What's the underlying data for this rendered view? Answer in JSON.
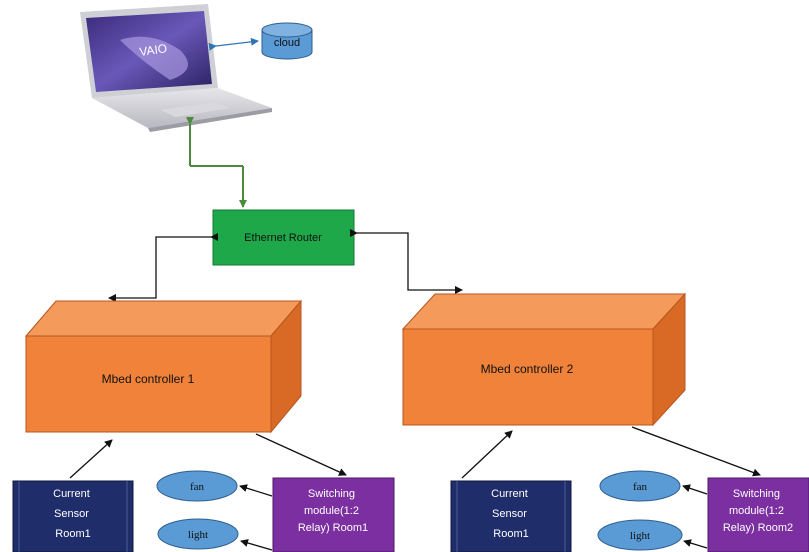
{
  "cloud": {
    "label": "cloud"
  },
  "laptop": {
    "brand": "VAIO"
  },
  "router": {
    "label": "Ethernet Router"
  },
  "controllers": [
    {
      "label": "Mbed controller 1"
    },
    {
      "label": "Mbed controller 2"
    }
  ],
  "groups": [
    {
      "sensor": [
        "Current",
        "Sensor",
        "Room1"
      ],
      "fan": "fan",
      "light": "light",
      "switching": [
        "Switching",
        "module(1:2",
        "Relay) Room1"
      ]
    },
    {
      "sensor": [
        "Current",
        "Sensor",
        "Room1"
      ],
      "fan": "fan",
      "light": "light",
      "switching": [
        "Switching",
        "module(1:2",
        "Relay) Room2"
      ]
    }
  ],
  "colors": {
    "router_fill": "#1fa84a",
    "controller_front": "#f0823a",
    "controller_top": "#f49a5a",
    "controller_side": "#d96a26",
    "sensor_fill": "#1f2d6b",
    "switch_fill": "#7b2fa0",
    "ellipse_fill": "#5b9bd5",
    "cloud_fill": "#5b9bd5",
    "link_green": "#4a8a3a",
    "link_blue": "#2e75b6"
  }
}
